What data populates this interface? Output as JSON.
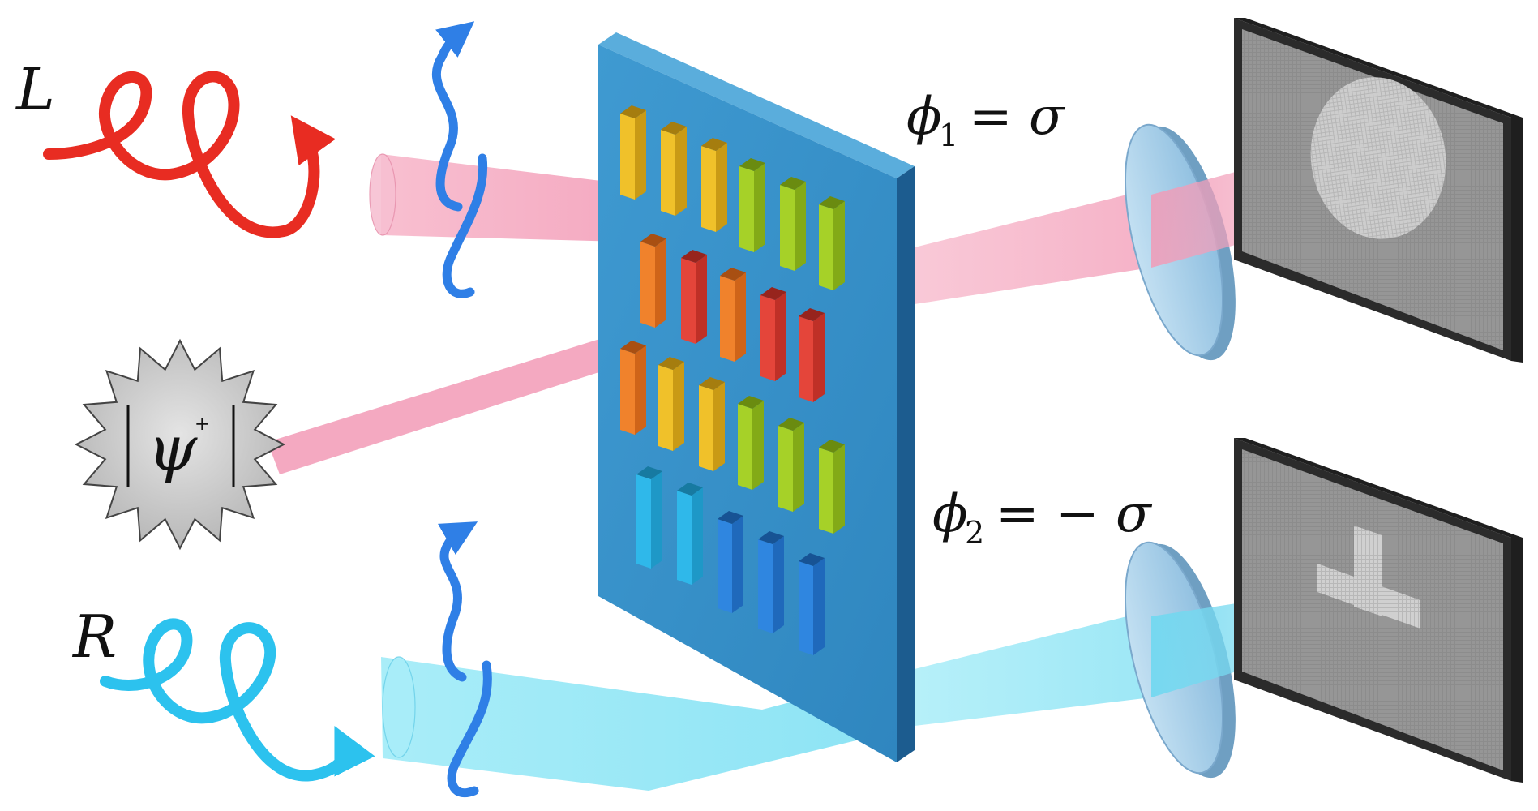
{
  "labels": {
    "left_polarization": "L",
    "right_polarization": "R",
    "state_symbol": "ψ",
    "state_superscript": "+",
    "phase_top_symbol": "ϕ",
    "phase_top_subscript": "1",
    "phase_top_relation": "= σ",
    "phase_bottom_symbol": "ϕ",
    "phase_bottom_subscript": "2",
    "phase_bottom_relation": "= − σ"
  },
  "colors": {
    "left_helix": "#e82c22",
    "right_helix": "#2cc2ee",
    "polarization_arrow": "#2f7fe6",
    "pink_beam": "#f4a3bd",
    "cyan_beam": "#86e4f4",
    "metasurface": "#3a95cb",
    "metasurface_side": "#1c5c8f",
    "screen_frame": "#2b2b2b",
    "screen_fill": "#8a8a8a",
    "lens": "#a9d0ea",
    "source_burst": "#c9c9c9"
  },
  "icons": {
    "source": "starburst-icon",
    "top_arrow": "twist-arrow-icon",
    "bottom_arrow": "twist-arrow-icon",
    "top_image": "circle-image",
    "bottom_image": "cross-image"
  }
}
